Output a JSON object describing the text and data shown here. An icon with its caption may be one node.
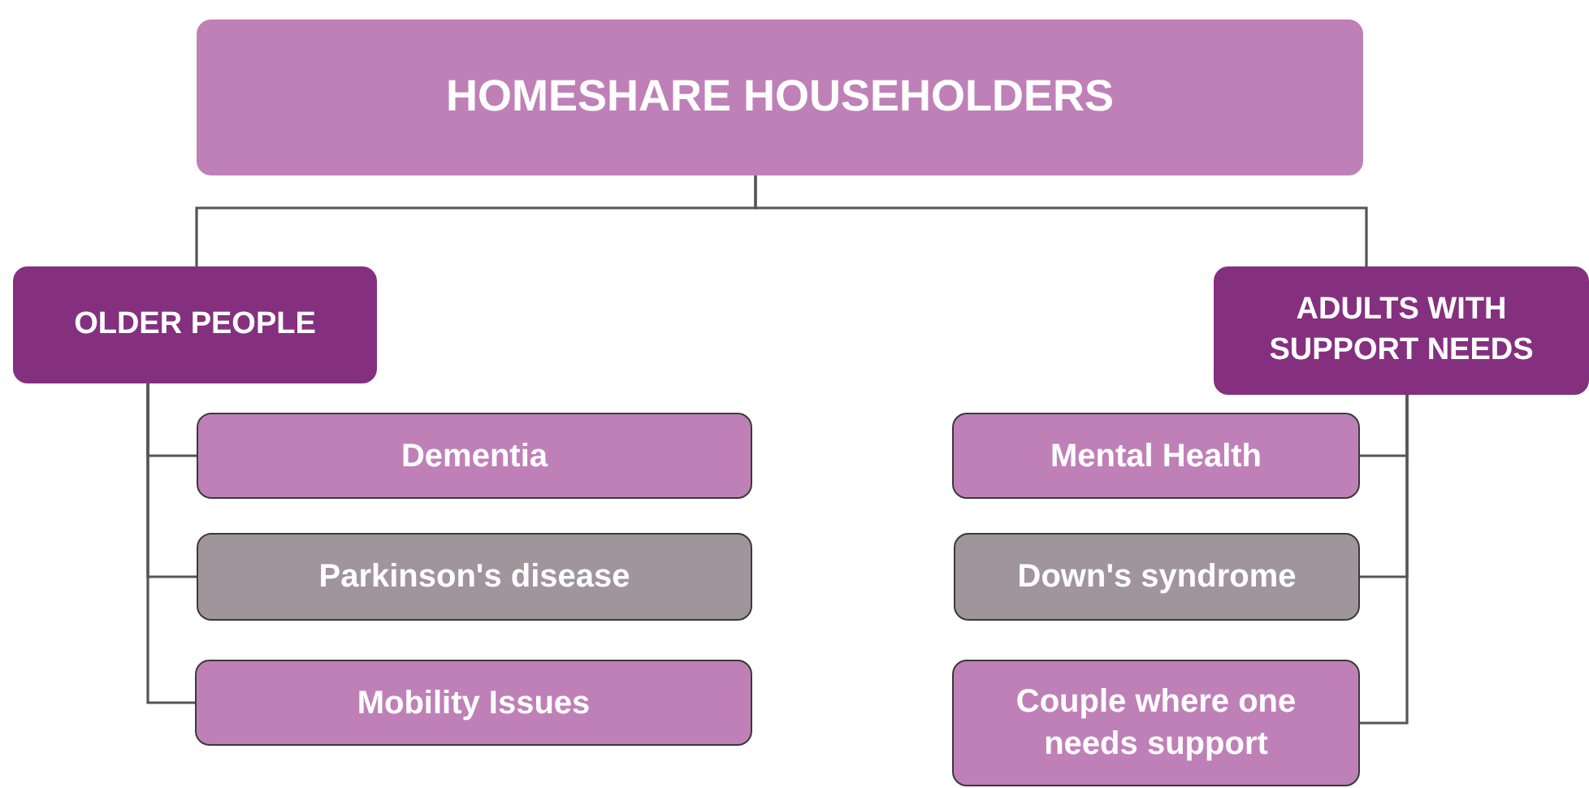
{
  "diagram": {
    "nodes": [
      {
        "text": [
          "HOMESHARE HOUSEHOLDERS"
        ]
      },
      {
        "text": [
          "OLDER PEOPLE"
        ]
      },
      {
        "text": [
          "Dementia"
        ]
      },
      {
        "text": [
          "Parkinson's disease"
        ]
      },
      {
        "text": [
          "Mobility Issues"
        ]
      },
      {
        "text": [
          "ADULTS WITH SUPPORT NEEDS"
        ]
      },
      {
        "text": [
          "Mental Health"
        ]
      },
      {
        "text": [
          "Down's syndrome"
        ]
      },
      {
        "text": [
          "Couple where one needs support"
        ]
      }
    ],
    "edges": [
      {
        "from": 0,
        "to": 1,
        "arrow": "none"
      },
      {
        "from": 0,
        "to": 5,
        "arrow": "none"
      },
      {
        "from": 1,
        "to": 2,
        "arrow": "none"
      },
      {
        "from": 1,
        "to": 3,
        "arrow": "none"
      },
      {
        "from": 1,
        "to": 4,
        "arrow": "none"
      },
      {
        "from": 5,
        "to": 6,
        "arrow": "none"
      },
      {
        "from": 5,
        "to": 7,
        "arrow": "none"
      },
      {
        "from": 5,
        "to": 8,
        "arrow": "none"
      }
    ]
  }
}
